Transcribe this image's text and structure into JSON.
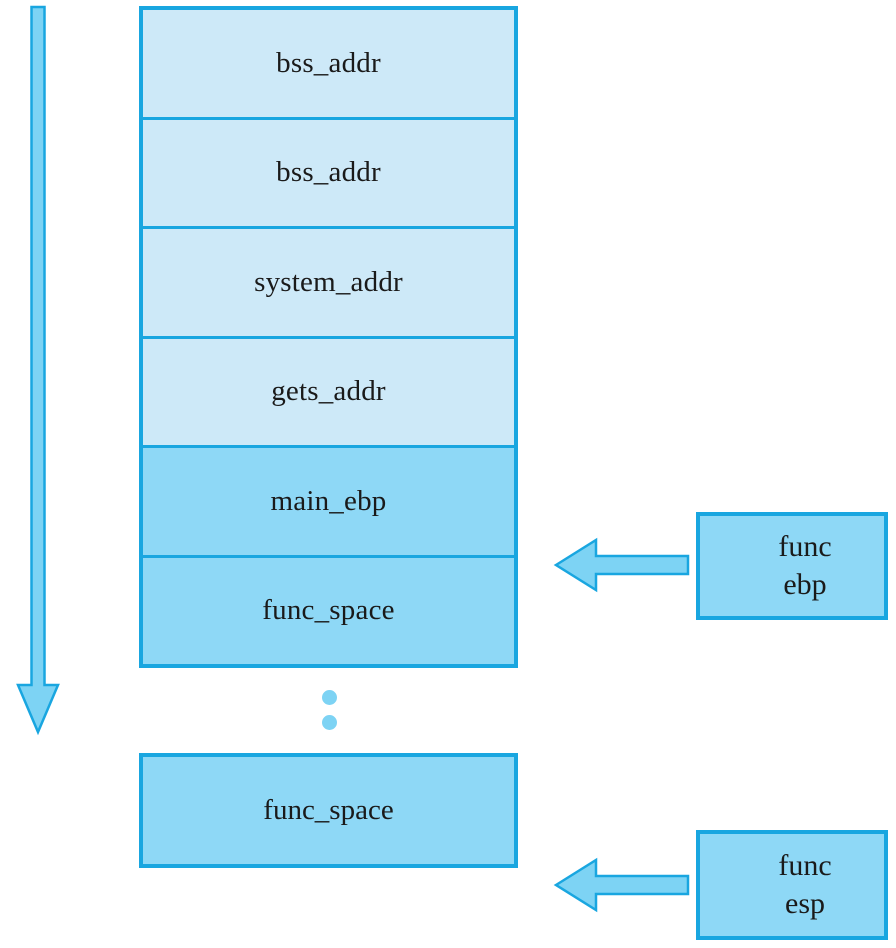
{
  "diagram": {
    "type": "stack-memory-layout",
    "colors": {
      "border": "#19a6e0",
      "cell_light": "#cde9f8",
      "cell_dark": "#8ed8f6",
      "arrow_fill": "#7dd3f4",
      "arrow_stroke": "#19a6e0",
      "text": "#1a1a1a",
      "background": "#ffffff"
    },
    "stack_frame": {
      "cells": [
        {
          "label": "bss_addr",
          "shade": "light"
        },
        {
          "label": "bss_addr",
          "shade": "light"
        },
        {
          "label": "system_addr",
          "shade": "light"
        },
        {
          "label": "gets_addr",
          "shade": "light"
        },
        {
          "label": "main_ebp",
          "shade": "dark"
        },
        {
          "label": "func_space",
          "shade": "dark"
        }
      ]
    },
    "ellipsis": {
      "name": "vertical-ellipsis",
      "dot_count": 2
    },
    "detached_block": {
      "label": "func_space",
      "shade": "dark"
    },
    "growth_arrow": {
      "name": "stack-growth-arrow",
      "direction": "down"
    },
    "pointers": [
      {
        "id": "func-ebp",
        "line1": "func",
        "line2": "ebp",
        "arrow_direction": "left",
        "targets_cell": "main_ebp"
      },
      {
        "id": "func-esp",
        "line1": "func",
        "line2": "esp",
        "arrow_direction": "left",
        "targets_cell": "func_space"
      }
    ]
  }
}
